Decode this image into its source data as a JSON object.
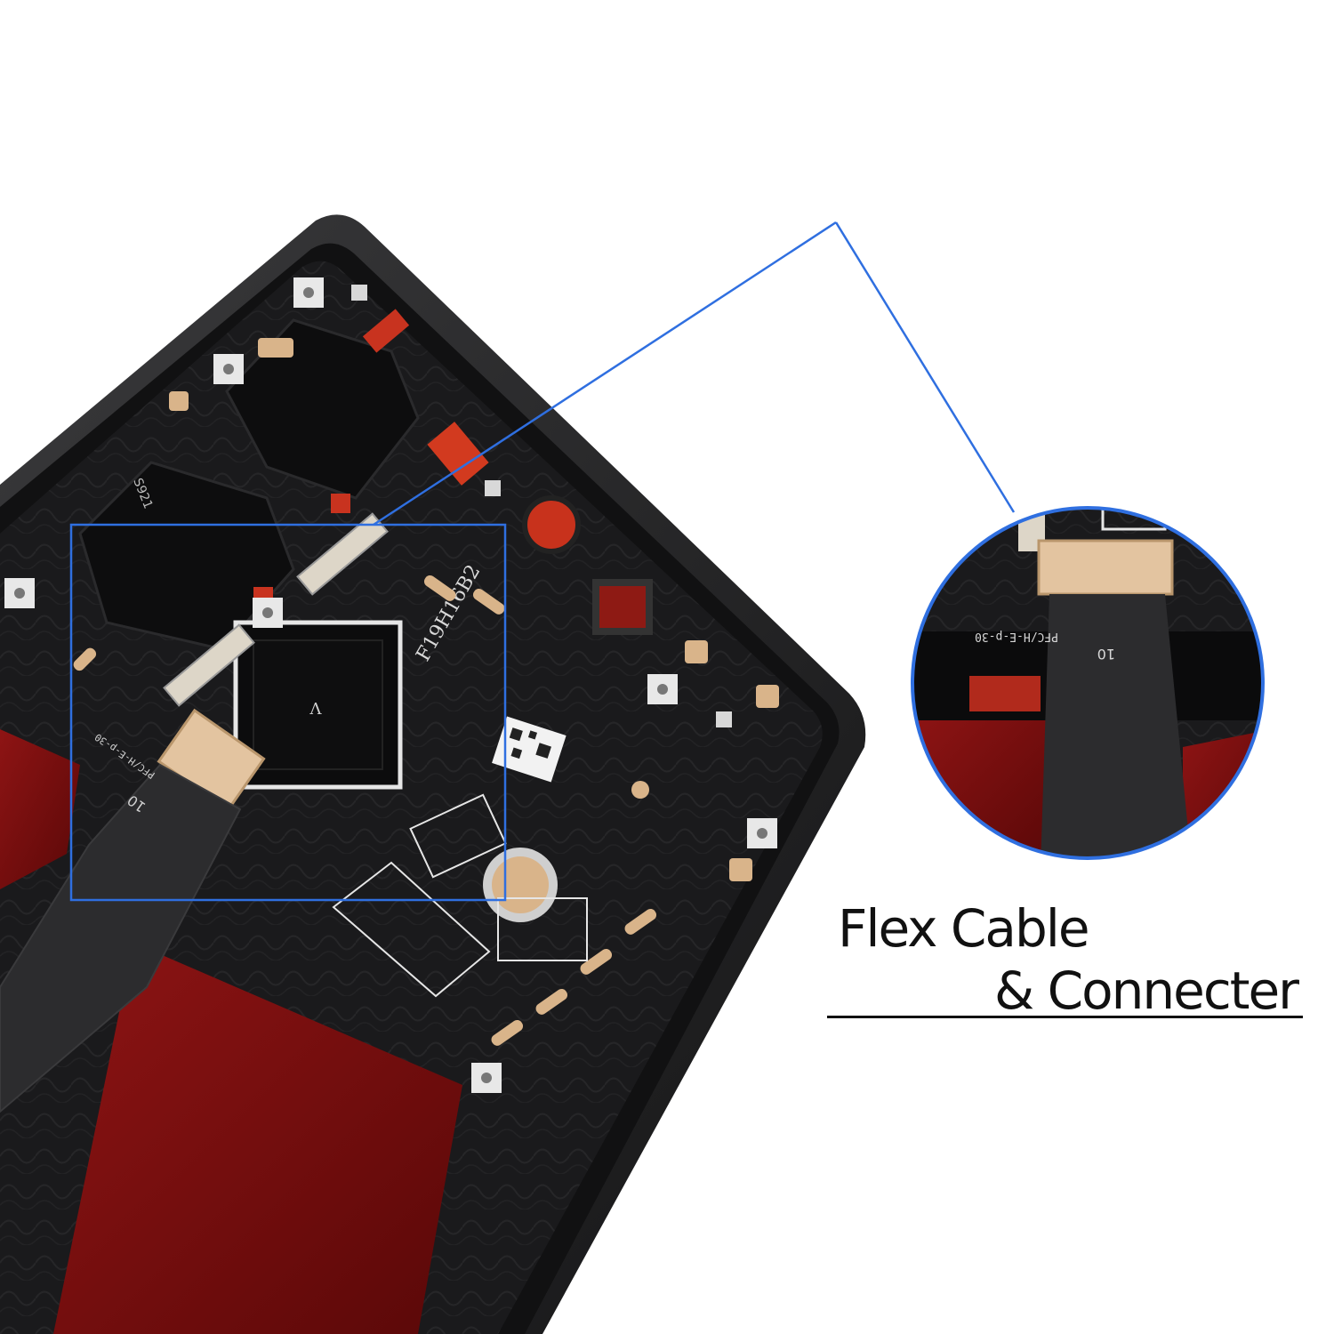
{
  "caption": {
    "line1": "Flex Cable",
    "line2": "& Connecter"
  },
  "board_marks": {
    "chip_label": "V",
    "date_code": "F19H16B2",
    "pcb_id": "S921",
    "flex_label": "PFC/H-E-p-30",
    "flex_number": "10"
  },
  "colors": {
    "highlight": "#2f6fe0",
    "frame": "#1b1b1d",
    "battery_red": "#7a0f0f",
    "contact_gold": "#d9b48a"
  },
  "icons": [
    "qr-code-icon",
    "screw-icon"
  ]
}
